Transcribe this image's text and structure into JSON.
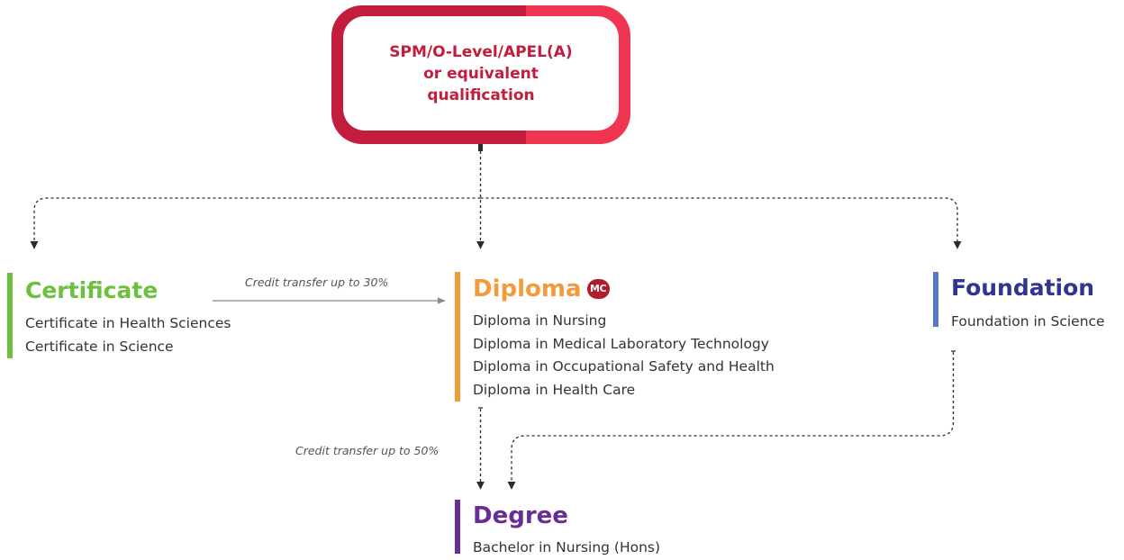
{
  "entry": {
    "line1": "SPM/O-Level/APEL(A)",
    "line2": "or equivalent",
    "line3": "qualification"
  },
  "certificate": {
    "title": "Certificate",
    "items": [
      "Certificate in Health Sciences",
      "Certificate in Science"
    ],
    "color": "#6cbf3f"
  },
  "diploma": {
    "title": "Diploma",
    "badge": "MC",
    "items": [
      "Diploma in Nursing",
      "Diploma in Medical Laboratory Technology",
      "Diploma in Occupational Safety and Health",
      "Diploma in Health Care"
    ],
    "color": "#f39a3a"
  },
  "foundation": {
    "title": "Foundation",
    "items": [
      "Foundation in Science"
    ],
    "color": "#2f3590",
    "bar_color": "#5a78c8"
  },
  "degree": {
    "title": "Degree",
    "items": [
      "Bachelor in Nursing (Hons)"
    ],
    "color": "#6a2d96"
  },
  "transfers": {
    "certificate_to_diploma": "Credit transfer up to 30%",
    "diploma_to_degree": "Credit transfer up to 50%"
  },
  "colors": {
    "entry_border_dark": "#c21d3c",
    "entry_border_light": "#ef3552",
    "connector": "#333333"
  }
}
